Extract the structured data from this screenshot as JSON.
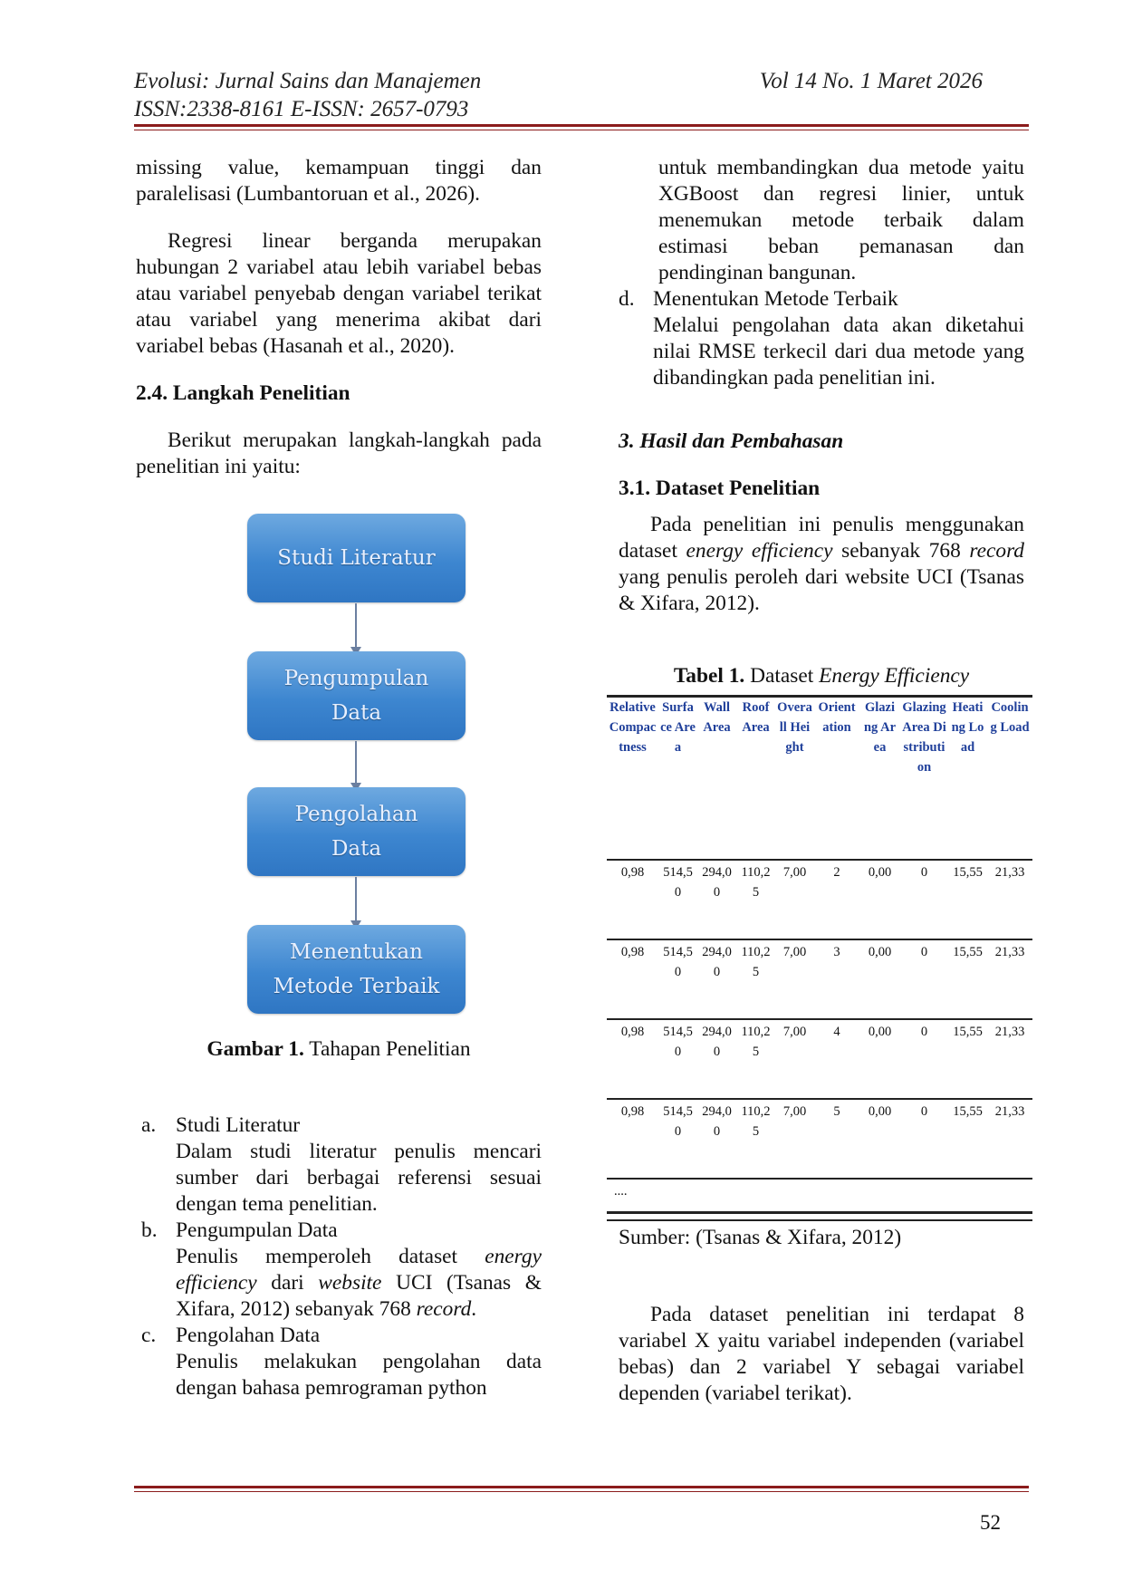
{
  "header": {
    "journal": "Evolusi: Jurnal Sains dan Manajemen",
    "issn": "ISSN:2338-8161 E-ISSN: 2657-0793",
    "volume": "Vol 14 No. 1 Maret 2026"
  },
  "left": {
    "p1": "missing value, kemampuan tinggi dan paralelisasi (Lumbantoruan et al., 2026).",
    "p2": "Regresi linear berganda merupakan hubungan 2 variabel atau lebih variabel bebas atau variabel penyebab dengan variabel terikat atau variabel yang menerima akibat dari variabel bebas (Hasanah et al., 2020).",
    "section_24": "2.4. Langkah Penelitian",
    "p3": "Berikut merupakan langkah-langkah pada penelitian ini yaitu:",
    "flowchart": [
      "Studi Literatur",
      "Pengumpulan\nData",
      "Pengolahan\nData",
      "Menentukan\nMetode Terbaik"
    ],
    "fig_label": "Gambar 1.",
    "fig_text": " Tahapan Penelitian",
    "steps": {
      "a_marker": "a.",
      "a_title": "Studi Literatur",
      "a_body": "Dalam studi literatur penulis mencari sumber dari berbagai referensi sesuai dengan tema penelitian.",
      "b_marker": "b.",
      "b_title": "Pengumpulan Data",
      "b_body_1": "Penulis memperoleh dataset ",
      "b_body_em1": "energy efficiency",
      "b_body_2": " dari ",
      "b_body_em2": "website",
      "b_body_3": " UCI (Tsanas & Xifara, 2012) sebanyak 768 ",
      "b_body_em3": "record",
      "b_body_4": ".",
      "c_marker": "c.",
      "c_title": "Pengolahan Data",
      "c_body": "Penulis melakukan pengolahan data dengan bahasa pemrograman python"
    }
  },
  "right": {
    "c_cont": "untuk membandingkan dua metode yaitu XGBoost dan regresi linier, untuk menemukan metode terbaik dalam estimasi beban pemanasan dan pendinginan bangunan.",
    "d_marker": "d.",
    "d_title": "Menentukan Metode Terbaik",
    "d_body": "Melalui pengolahan data akan diketahui nilai RMSE terkecil dari dua metode yang dibandingkan pada penelitian ini.",
    "section_3": "3. Hasil dan Pembahasan",
    "section_31": "3.1. Dataset Penelitian",
    "p_ds_1": "Pada penelitian ini penulis menggunakan dataset ",
    "p_ds_em1": "energy efficiency",
    "p_ds_2": " sebanyak 768 ",
    "p_ds_em2": "record",
    "p_ds_3": "  yang penulis peroleh dari website UCI (Tsanas & Xifara, 2012).",
    "table_label": "Tabel 1.",
    "table_text": " Dataset ",
    "table_em": "Energy Efficiency",
    "table": {
      "headers": [
        "Relative Compactness",
        "Surface Area",
        "Wall Area",
        "Roof Area",
        "Overall Height",
        "Orientation",
        "Glazing Area",
        "Glazing Area Distribution",
        "Heating Load",
        "Cooling Load"
      ],
      "rows": [
        [
          "0,98",
          "514,50",
          "294,00",
          "110,25",
          "7,00",
          "2",
          "0,00",
          "0",
          "15,55",
          "21,33"
        ],
        [
          "0,98",
          "514,50",
          "294,00",
          "110,25",
          "7,00",
          "3",
          "0,00",
          "0",
          "15,55",
          "21,33"
        ],
        [
          "0,98",
          "514,50",
          "294,00",
          "110,25",
          "7,00",
          "4",
          "0,00",
          "0",
          "15,55",
          "21,33"
        ],
        [
          "0,98",
          "514,50",
          "294,00",
          "110,25",
          "7,00",
          "5",
          "0,00",
          "0",
          "15,55",
          "21,33"
        ]
      ],
      "ellipsis": "...."
    },
    "source": "Sumber: (Tsanas & Xifara, 2012)",
    "p_last": "Pada dataset penelitian ini terdapat 8 variabel X yaitu variabel independen (variabel bebas) dan 2 variabel Y sebagai variabel dependen (variabel terikat)."
  },
  "footer": {
    "page": "52"
  }
}
